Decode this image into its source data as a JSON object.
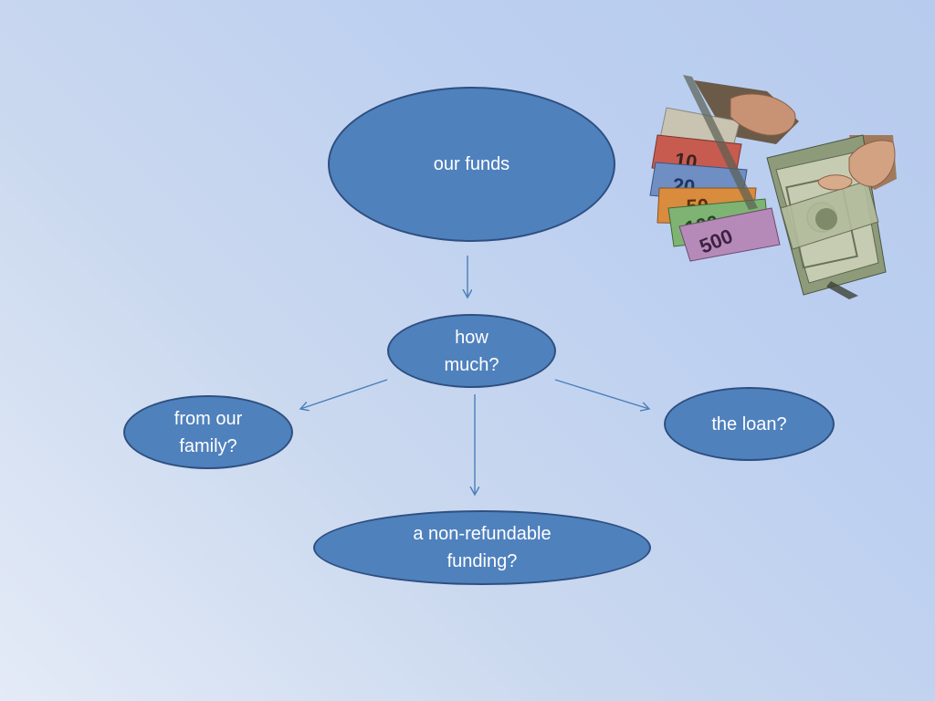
{
  "diagram": {
    "nodes": {
      "root": {
        "label": "our funds"
      },
      "center": {
        "label": "how\nmuch?"
      },
      "left": {
        "label": "from our\nfamily?"
      },
      "right": {
        "label": "the loan?"
      },
      "bottom": {
        "label": "a non-refundable\nfunding?"
      }
    },
    "edges": [
      {
        "from": "our funds",
        "to": "how much?"
      },
      {
        "from": "how much?",
        "to": "from our family?"
      },
      {
        "from": "how much?",
        "to": "the loan?"
      },
      {
        "from": "how much?",
        "to": "a non-refundable funding?"
      }
    ],
    "colors": {
      "node_fill": "#4f81bd",
      "node_border": "#2e4f80",
      "arrow": "#4a7ebb",
      "text": "#ffffff"
    }
  },
  "image": {
    "icon": "money-banknotes-photo",
    "banknote_labels": [
      "10",
      "20",
      "50",
      "100",
      "500"
    ]
  }
}
